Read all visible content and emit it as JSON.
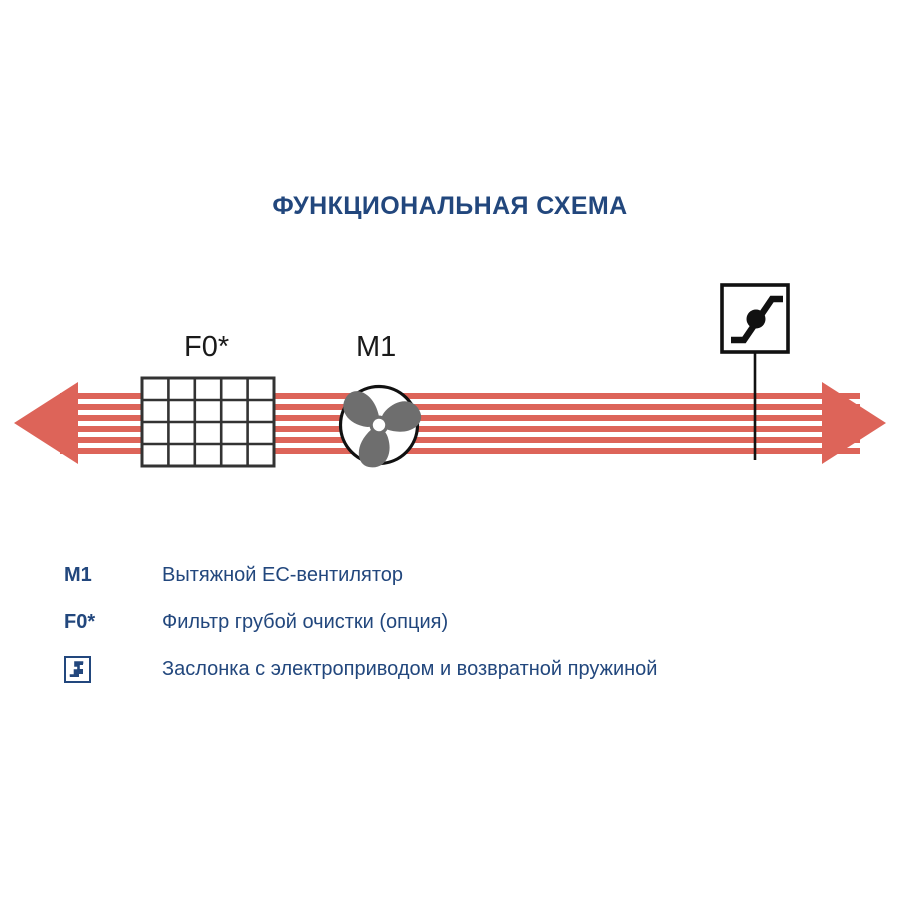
{
  "page": {
    "background_color": "#ffffff"
  },
  "title": {
    "text": "ФУНКЦИОНАЛЬНАЯ СХЕМА",
    "color": "#22477d"
  },
  "colors": {
    "title_blue": "#22477d",
    "legend_blue": "#22477d",
    "airflow_red": "#dd6459",
    "component_black": "#1a1a1a",
    "fan_blade_gray": "#6e6e6e",
    "filter_border": "#333333"
  },
  "schematic": {
    "airflow": {
      "name": "airflow-band",
      "stripe_count": 6,
      "color": "#dd6459",
      "left_arrow_direction": "left",
      "right_arrow_direction": "right"
    },
    "components": [
      {
        "id": "filter",
        "icon": "filter-grid-icon",
        "label": "F0*",
        "grid_columns": 5,
        "grid_rows": 4
      },
      {
        "id": "fan",
        "icon": "fan-icon",
        "label": "M1",
        "blades": 3
      },
      {
        "id": "damper",
        "icon": "damper-icon",
        "label": ""
      }
    ]
  },
  "legend": {
    "rows": [
      {
        "key": "M1",
        "key_type": "text",
        "description": "Вытяжной ЕС-вентилятор"
      },
      {
        "key": "F0*",
        "key_type": "text",
        "description": "Фильтр грубой очистки (опция)"
      },
      {
        "key": "",
        "key_type": "icon",
        "icon": "damper-spring-icon",
        "description": "Заслонка с электроприводом и возвратной пружиной"
      }
    ]
  }
}
